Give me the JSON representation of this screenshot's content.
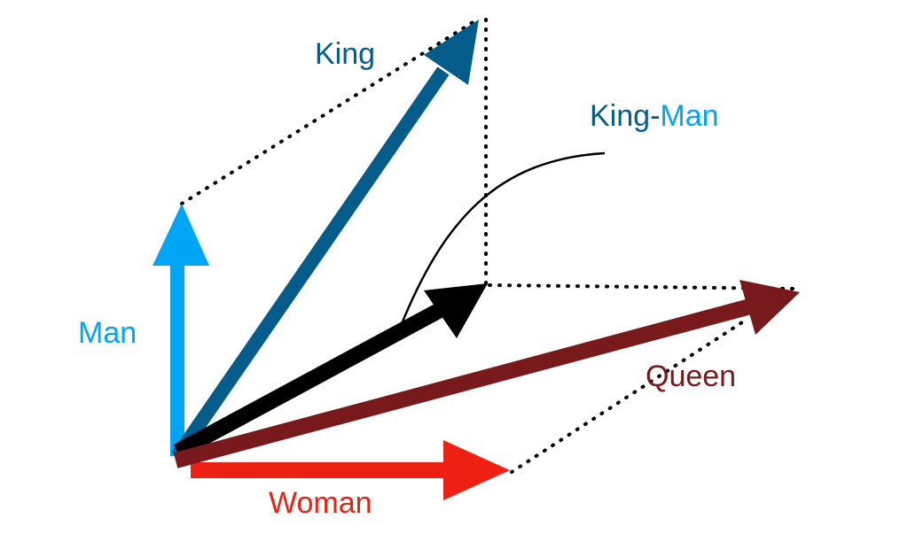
{
  "labels": {
    "king": "King",
    "king_minus_man_part1": "King",
    "king_minus_man_dash": "-",
    "king_minus_man_part2": "Man",
    "man": "Man",
    "queen": "Queen",
    "woman": "Woman"
  },
  "colors": {
    "king": "#035c8a",
    "man": "#00a6f5",
    "woman": "#ee2014",
    "queen": "#78191b",
    "difference": "#000000"
  }
}
